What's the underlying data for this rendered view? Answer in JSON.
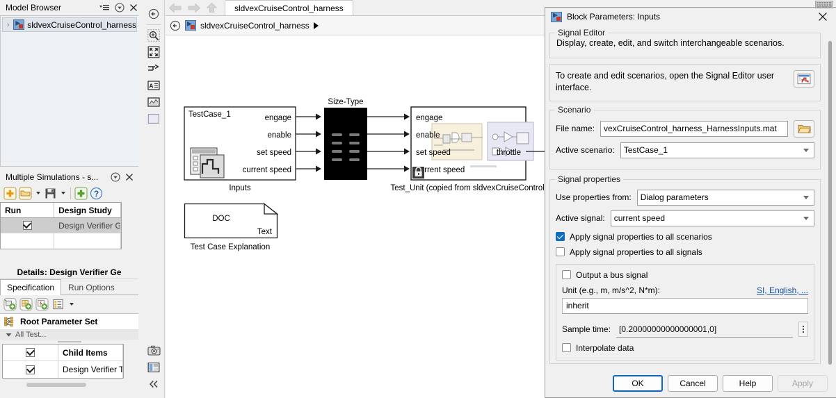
{
  "model_browser": {
    "title": "Model Browser",
    "icons": [
      "menu-icon",
      "panel-options-icon",
      "close-icon"
    ],
    "tree": [
      {
        "label": "sldvexCruiseControl_harness",
        "icon": "model-icon",
        "caret": "›",
        "selected": true
      }
    ]
  },
  "multi_sim": {
    "title": "Multiple Simulations - s...",
    "icons": [
      "panel-options-icon",
      "close-icon"
    ],
    "toolbar": [
      "new-design-study-icon",
      "open-icon",
      "open-dropdown-icon",
      "save-icon",
      "save-dropdown-icon",
      "add-icon",
      "help-icon"
    ],
    "columns": [
      "Run",
      "Design Study"
    ],
    "rows": [
      {
        "run_checked": true,
        "design_study": "Design Verifier G"
      }
    ]
  },
  "details": {
    "title": "Details: Design Verifier Ge",
    "tabs": [
      {
        "label": "Specification",
        "active": true
      },
      {
        "label": "Run Options",
        "active": false
      }
    ],
    "toolbar": [
      "add-parameter-set-icon",
      "add-parameter-icon",
      "add-fast-restart-icon",
      "list-view-icon",
      "dropdown-icon"
    ],
    "tree_root": {
      "label": "Root Parameter Set",
      "icon": "parameter-set-icon"
    },
    "tree_sub": {
      "label": "All Test...",
      "icon": "caret-down-icon"
    },
    "child_table": {
      "rows": [
        {
          "checked": true,
          "label": "Child Items",
          "header": true
        },
        {
          "checked": true,
          "label": "Design Verifier T",
          "header": false
        }
      ]
    }
  },
  "canvas_toolbar": {
    "top": [
      "navigate-up-icon",
      "zoom-region-icon",
      "fit-to-view-icon",
      "signal-routing-icon",
      "annotation-icon",
      "scope-viewer-icon",
      "area-icon"
    ],
    "bottom": [
      "camera-icon",
      "layout-panel-icon",
      "collapse-panel-icon"
    ]
  },
  "editor": {
    "nav": [
      "back-arrow-icon",
      "forward-arrow-icon",
      "up-arrow-icon"
    ],
    "tab_label": "sldvexCruiseControl_harness",
    "breadcrumb": {
      "icon": "model-icon",
      "label": "sldvexCruiseControl_harness",
      "arrow": "breadcrumb-arrow-icon"
    }
  },
  "diagram": {
    "inputs_block": {
      "title": "TestCase_1",
      "caption": "Inputs",
      "ports": [
        "engage",
        "enable",
        "set speed",
        "current speed"
      ],
      "icon": "signal-editor-icon"
    },
    "bus_block": {
      "caption": "Size-Type"
    },
    "test_unit": {
      "caption": "Test_Unit (copied from sldvexCruiseControl)",
      "in_ports": [
        "engage",
        "enable",
        "set speed",
        "current speed"
      ],
      "out_ports": [
        "throttle"
      ],
      "badge": "lock-icon"
    },
    "doc_block": {
      "label": "DOC",
      "corner_label": "Text",
      "caption": "Test Case Explanation"
    }
  },
  "dialog": {
    "title": "Block Parameters: Inputs",
    "title_icon": "model-icon",
    "close_icon": "close-icon",
    "signal_editor": {
      "legend": "Signal Editor",
      "description": "Display, create, edit, and switch interchangeable scenarios.",
      "hint": "To create and edit scenarios, open the Signal Editor user interface.",
      "launch_icon": "signal-editor-launch-icon"
    },
    "scenario": {
      "legend": "Scenario",
      "file_name_label": "File name:",
      "file_name_value": "vexCruiseControl_harness_HarnessInputs.mat",
      "browse_icon": "folder-icon",
      "active_scenario_label": "Active scenario:",
      "active_scenario_value": "TestCase_1"
    },
    "signal_properties": {
      "legend": "Signal properties",
      "use_properties_label": "Use properties from:",
      "use_properties_value": "Dialog parameters",
      "active_signal_label": "Active signal:",
      "active_signal_value": "current speed",
      "apply_scenarios_label": "Apply signal properties to all scenarios",
      "apply_scenarios_checked": true,
      "apply_signals_label": "Apply signal properties to all signals",
      "apply_signals_checked": false,
      "output_bus_label": "Output a bus signal",
      "output_bus_checked": false,
      "unit_label": "Unit (e.g., m, m/s^2, N*m):",
      "unit_link": "SI, English, ...",
      "unit_value": "inherit",
      "sample_time_label": "Sample time:",
      "sample_time_value": "[0.20000000000000001,0]",
      "interpolate_label": "Interpolate data",
      "interpolate_checked": false
    },
    "buttons": {
      "ok": "OK",
      "cancel": "Cancel",
      "help": "Help",
      "apply": "Apply"
    }
  },
  "colors": {
    "accent": "#0f6cbd",
    "focus_ring": "#1565c0",
    "panel_bg": "#f0f0f0",
    "link": "#1a4f9c",
    "selection": "#dfe5ea"
  }
}
